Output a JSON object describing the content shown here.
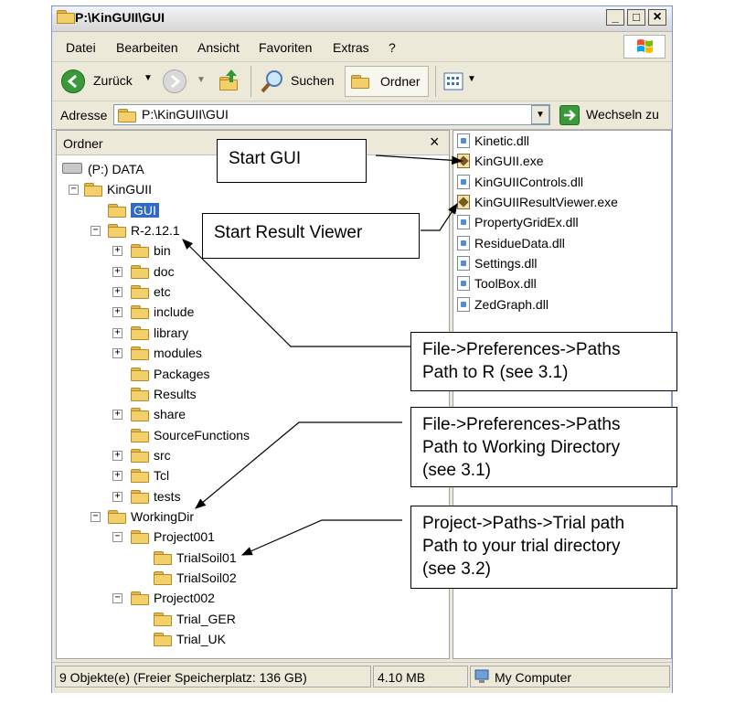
{
  "window": {
    "title": "P:\\KinGUII\\GUI",
    "minimize": "_",
    "maximize": "□",
    "close": "×"
  },
  "menu": [
    "Datei",
    "Bearbeiten",
    "Ansicht",
    "Favoriten",
    "Extras",
    "?"
  ],
  "toolbar": {
    "back_label": "Zurück",
    "search_label": "Suchen",
    "folders_label": "Ordner"
  },
  "address": {
    "label": "Adresse",
    "value": "P:\\KinGUII\\GUI",
    "go_label": "Wechseln zu"
  },
  "folders_pane": {
    "title": "Ordner",
    "close": "×",
    "tree": [
      {
        "label": "(P:) DATA",
        "depth": 0,
        "icon": "drive-icon"
      },
      {
        "label": "KinGUII",
        "depth": 1,
        "expander": "−"
      },
      {
        "label": "GUI",
        "depth": 2,
        "selected": true
      },
      {
        "label": "R-2.12.1",
        "depth": 2,
        "expander": "−"
      },
      {
        "label": "bin",
        "depth": 3,
        "expander": "+"
      },
      {
        "label": "doc",
        "depth": 3,
        "expander": "+"
      },
      {
        "label": "etc",
        "depth": 3,
        "expander": "+"
      },
      {
        "label": "include",
        "depth": 3,
        "expander": "+"
      },
      {
        "label": "library",
        "depth": 3,
        "expander": "+"
      },
      {
        "label": "modules",
        "depth": 3,
        "expander": "+"
      },
      {
        "label": "Packages",
        "depth": 3
      },
      {
        "label": "Results",
        "depth": 3
      },
      {
        "label": "share",
        "depth": 3,
        "expander": "+"
      },
      {
        "label": "SourceFunctions",
        "depth": 3
      },
      {
        "label": "src",
        "depth": 3,
        "expander": "+"
      },
      {
        "label": "Tcl",
        "depth": 3,
        "expander": "+"
      },
      {
        "label": "tests",
        "depth": 3,
        "expander": "+"
      },
      {
        "label": "WorkingDir",
        "depth": 2,
        "expander": "−"
      },
      {
        "label": "Project001",
        "depth": 3,
        "expander": "−"
      },
      {
        "label": "TrialSoil01",
        "depth": 4
      },
      {
        "label": "TrialSoil02",
        "depth": 4
      },
      {
        "label": "Project002",
        "depth": 3,
        "expander": "−"
      },
      {
        "label": "Trial_GER",
        "depth": 4
      },
      {
        "label": "Trial_UK",
        "depth": 4
      }
    ]
  },
  "files": [
    {
      "name": "Kinetic.dll",
      "type": "dll"
    },
    {
      "name": "KinGUII.exe",
      "type": "exe"
    },
    {
      "name": "KinGUIIControls.dll",
      "type": "dll"
    },
    {
      "name": "KinGUIIResultViewer.exe",
      "type": "exe"
    },
    {
      "name": "PropertyGridEx.dll",
      "type": "dll"
    },
    {
      "name": "ResidueData.dll",
      "type": "dll"
    },
    {
      "name": "Settings.dll",
      "type": "dll"
    },
    {
      "name": "ToolBox.dll",
      "type": "dll"
    },
    {
      "name": "ZedGraph.dll",
      "type": "dll"
    }
  ],
  "status": {
    "objects": "9 Objekte(e) (Freier Speicherplatz: 136 GB)",
    "size": "4.10 MB",
    "location": "My Computer"
  },
  "callouts": {
    "start_gui": "Start GUI",
    "start_result_viewer": "Start Result Viewer",
    "path_r": [
      "File->Preferences->Paths",
      "Path to R (see 3.1)"
    ],
    "path_working": [
      "File->Preferences->Paths",
      "Path to Working Directory",
      "(see 3.1)"
    ],
    "path_trial": [
      "Project->Paths->Trial path",
      "Path to your trial directory",
      "(see 3.2)"
    ]
  },
  "colors": {
    "selection": "#316ac5",
    "frame": "#ece9d8"
  }
}
